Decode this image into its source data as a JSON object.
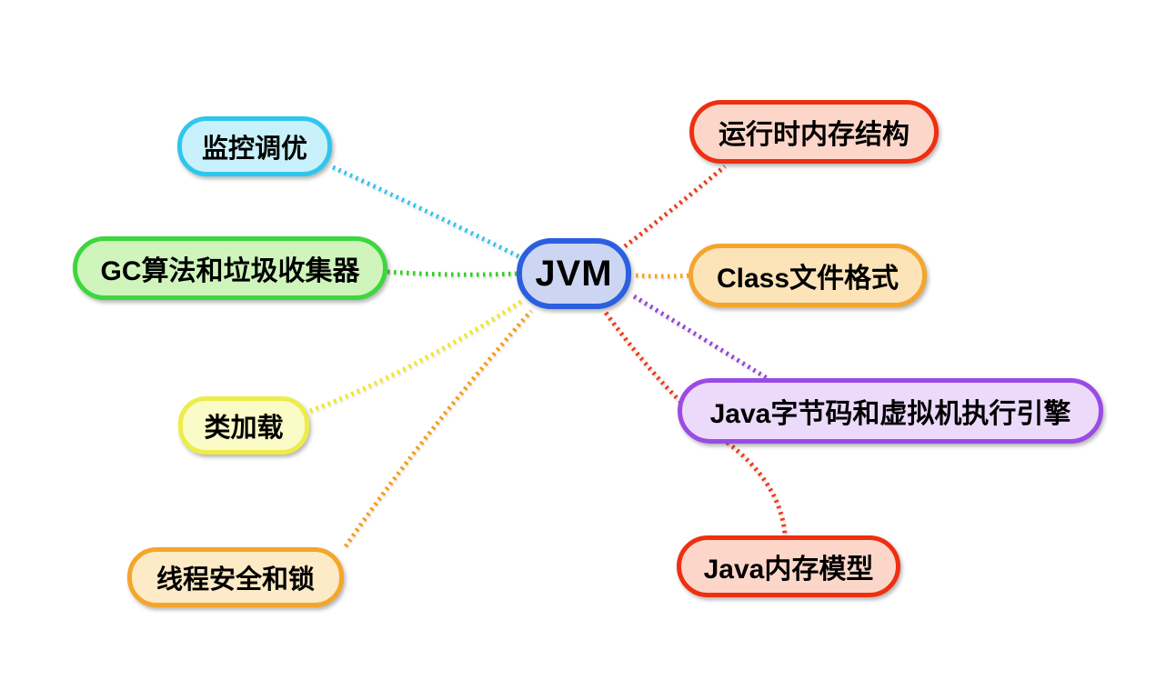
{
  "background": "#ffffff",
  "root": {
    "label": "JVM",
    "fill": "#ccd6f2",
    "border": "#2b5fe0",
    "text_color": "#000000"
  },
  "branches": [
    {
      "label": "监控调优",
      "fill": "#c9f1fb",
      "border": "#2fc6ee",
      "line": "#35c3ef",
      "position": "left-top"
    },
    {
      "label": "GC算法和垃圾收集器",
      "fill": "#cff5bd",
      "border": "#3ed63e",
      "line": "#3ccc2e",
      "position": "left-middle"
    },
    {
      "label": "类加载",
      "fill": "#fafbc6",
      "border": "#eded4a",
      "line": "#f0e71e",
      "position": "left-lower"
    },
    {
      "label": "线程安全和锁",
      "fill": "#fdeac6",
      "border": "#f4a52c",
      "line": "#f79b15",
      "position": "left-bottom"
    },
    {
      "label": "运行时内存结构",
      "fill": "#fcd7c9",
      "border": "#ee2f11",
      "line": "#ee3b1c",
      "position": "right-top"
    },
    {
      "label": "Class文件格式",
      "fill": "#fce3b8",
      "border": "#f4a52c",
      "line": "#f5a623",
      "position": "right-middle"
    },
    {
      "label": "Java字节码和虚拟机执行引擎",
      "fill": "#ecdafb",
      "border": "#9b4be4",
      "line": "#9448d8",
      "position": "right-lower"
    },
    {
      "label": "Java内存模型",
      "fill": "#fcd7c9",
      "border": "#ee2f11",
      "line": "#ee3b1c",
      "position": "right-bottom"
    }
  ]
}
